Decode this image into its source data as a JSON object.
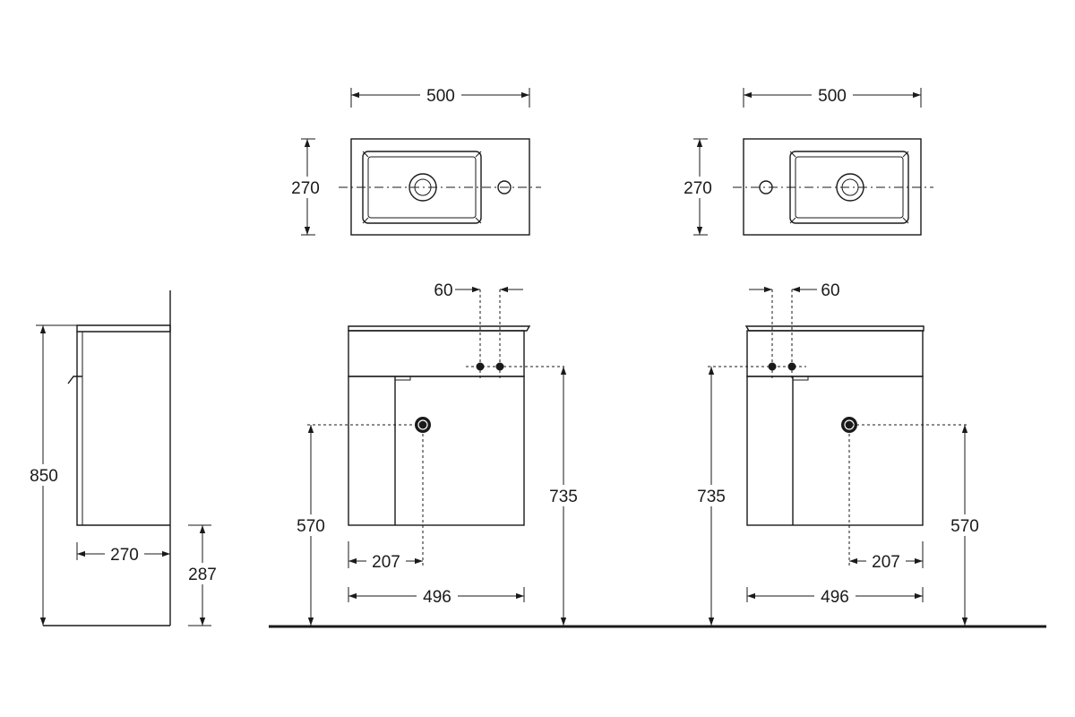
{
  "dimensions": {
    "top_left_width": "500",
    "top_left_depth": "270",
    "top_right_width": "500",
    "top_right_depth": "270",
    "side_height": "850",
    "side_depth": "270",
    "side_floor_clearance": "287",
    "front_left_tap_spacing": "60",
    "front_left_drain_height": "570",
    "front_left_supply_height": "735",
    "front_left_drain_offset": "207",
    "front_left_width": "496",
    "front_right_tap_spacing": "60",
    "front_right_drain_height": "570",
    "front_right_supply_height": "735",
    "front_right_drain_offset": "207",
    "front_right_width": "496"
  },
  "colors": {
    "line": "#1a1a1a",
    "background": "#ffffff"
  }
}
